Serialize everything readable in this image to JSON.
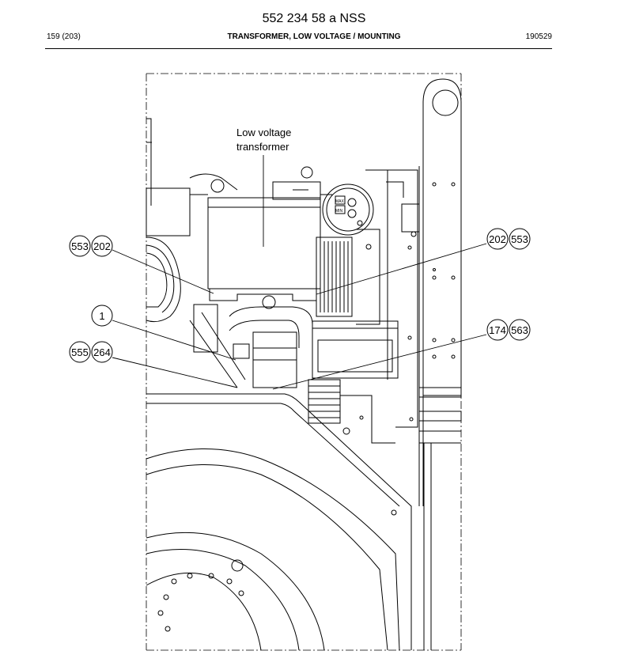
{
  "header": {
    "document_number": "552 234 58 a NSS",
    "page_info": "159 (203)",
    "section_title": "TRANSFORMER, LOW VOLTAGE / MOUNTING",
    "date_code": "190529"
  },
  "drawing": {
    "callout_label_line1": "Low voltage",
    "callout_label_line2": "transformer",
    "balloons": {
      "b553_left": "553",
      "b202_left": "202",
      "b1": "1",
      "b555": "555",
      "b264": "264",
      "b202_right": "202",
      "b553_right": "553",
      "b174": "174",
      "b563": "563"
    },
    "gauge_labels": {
      "max": "MAX",
      "min": "MIN"
    }
  }
}
